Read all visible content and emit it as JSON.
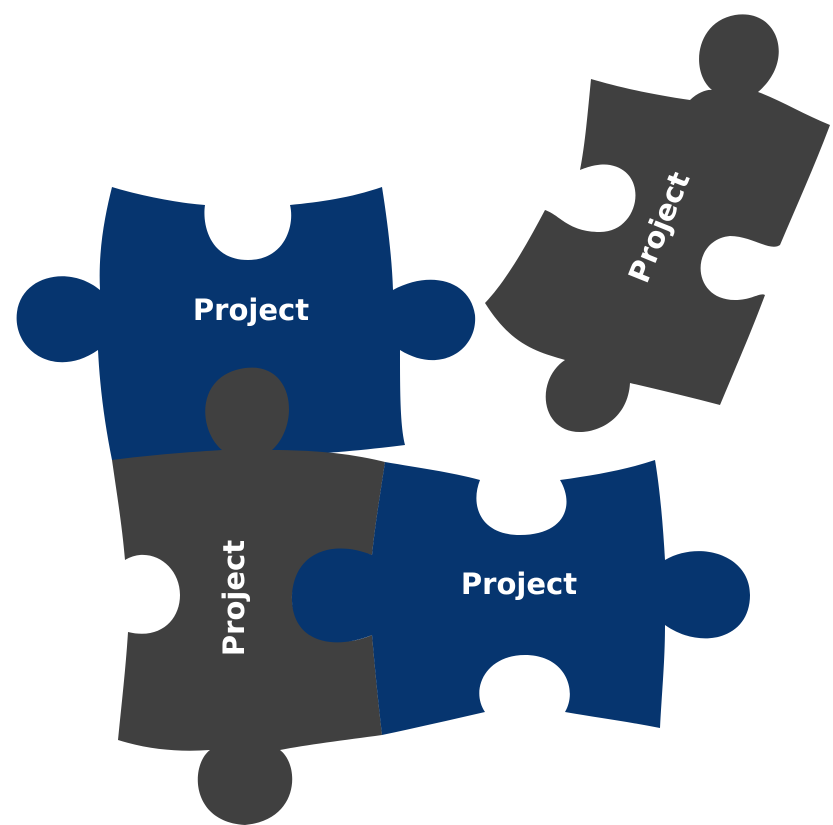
{
  "puzzle": {
    "colors": {
      "navy": "#06356f",
      "charcoal": "#404040",
      "label": "#ffffff",
      "background": "#ffffff"
    },
    "pieces": [
      {
        "id": "top-left",
        "color": "navy",
        "label": "Project"
      },
      {
        "id": "bottom-left",
        "color": "charcoal",
        "label": "Project"
      },
      {
        "id": "bottom-right",
        "color": "navy",
        "label": "Project"
      },
      {
        "id": "floating-top-right",
        "color": "charcoal",
        "label": "Project"
      }
    ]
  }
}
